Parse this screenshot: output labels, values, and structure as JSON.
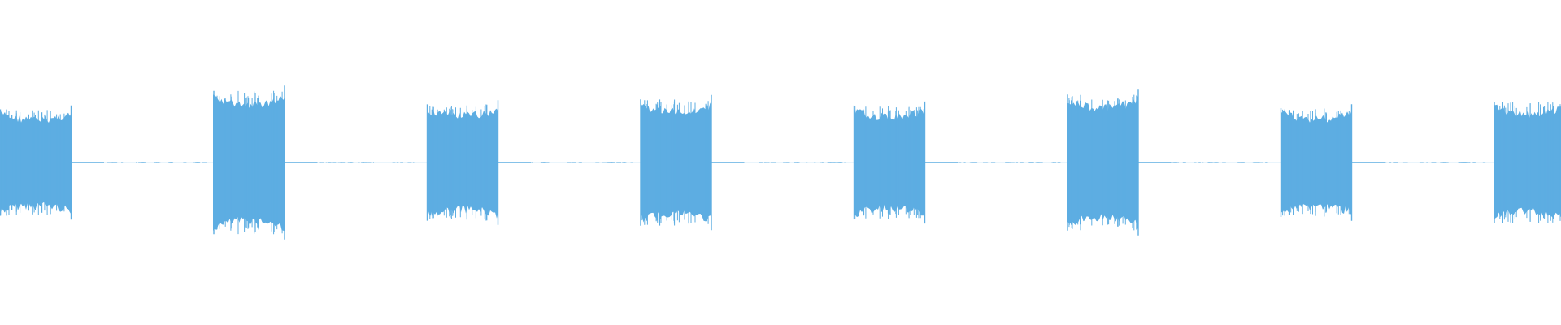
{
  "waveform": {
    "color": "#5dade2",
    "background": "#ffffff",
    "burst_count": 8,
    "bursts": [
      {
        "index": 1,
        "peak_amplitude": 0.43,
        "edge_spikes": true
      },
      {
        "index": 2,
        "peak_amplitude": 0.58,
        "edge_spikes": true
      },
      {
        "index": 3,
        "peak_amplitude": 0.47,
        "edge_spikes": true
      },
      {
        "index": 4,
        "peak_amplitude": 0.51,
        "edge_spikes": true
      },
      {
        "index": 5,
        "peak_amplitude": 0.46,
        "edge_spikes": true
      },
      {
        "index": 6,
        "peak_amplitude": 0.55,
        "edge_spikes": true
      },
      {
        "index": 7,
        "peak_amplitude": 0.44,
        "edge_spikes": true
      },
      {
        "index": 8,
        "peak_amplitude": 0.49,
        "edge_spikes": true
      }
    ],
    "silence_noise": "low",
    "clipped_at_right_edge": true
  }
}
